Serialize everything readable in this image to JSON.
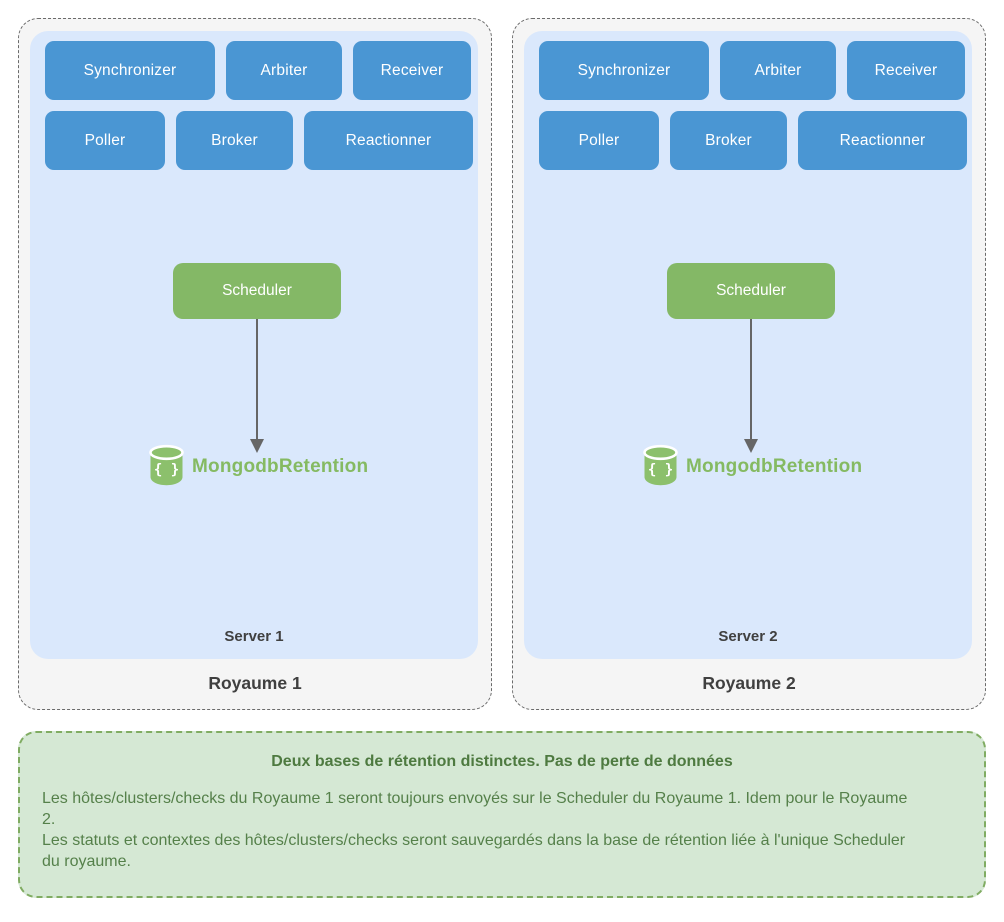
{
  "colors": {
    "service_blue": "#4a96d3",
    "scheduler_green": "#84b866",
    "server_box_blue": "#dae8fc",
    "panel_gray": "#f5f5f5",
    "note_green_bg": "#d5e8d4",
    "note_green_border": "#80ac62",
    "note_text_green": "#55804a",
    "mongodb_green": "#8cc06c",
    "arrow_gray": "#666666"
  },
  "panels": [
    {
      "royaume_label": "Royaume 1",
      "server_label": "Server 1",
      "services": [
        "Synchronizer",
        "Arbiter",
        "Receiver",
        "Poller",
        "Broker",
        "Reactionner"
      ],
      "scheduler_label": "Scheduler",
      "database_label": "MongodbRetention",
      "database_icon": "mongodb-database-icon"
    },
    {
      "royaume_label": "Royaume 2",
      "server_label": "Server 2",
      "services": [
        "Synchronizer",
        "Arbiter",
        "Receiver",
        "Poller",
        "Broker",
        "Reactionner"
      ],
      "scheduler_label": "Scheduler",
      "database_label": "MongodbRetention",
      "database_icon": "mongodb-database-icon"
    }
  ],
  "note": {
    "title": "Deux bases de rétention distinctes. Pas de perte de données",
    "lines": [
      "Les hôtes/clusters/checks du Royaume 1 seront toujours envoyés sur le Scheduler du Royaume 1. Idem pour le Royaume 2.",
      "Les statuts et contextes des hôtes/clusters/checks seront sauvegardés dans la base de rétention liée à l'unique Scheduler du royaume."
    ]
  }
}
